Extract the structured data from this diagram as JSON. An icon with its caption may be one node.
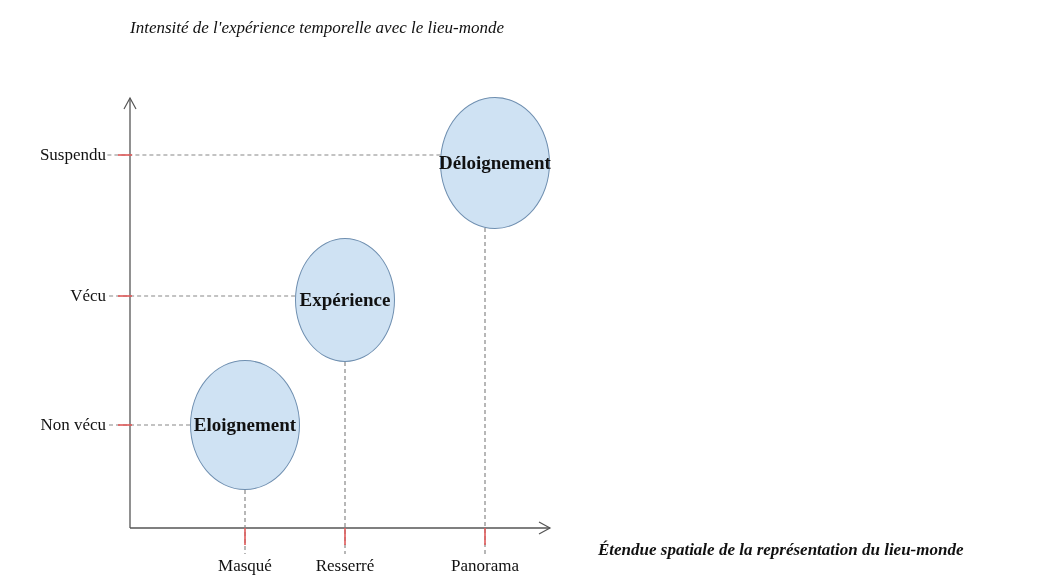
{
  "diagram": {
    "nodes": [
      {
        "text": [
          "Déloignement"
        ]
      },
      {
        "text": [
          "Expérience"
        ]
      },
      {
        "text": [
          "Eloignement"
        ]
      },
      {
        "text": [
          "Suspendu"
        ]
      },
      {
        "text": [
          "Vécu"
        ]
      },
      {
        "text": [
          "Non vécu"
        ]
      },
      {
        "text": [
          "Masqué"
        ]
      },
      {
        "text": [
          "Resserré"
        ]
      },
      {
        "text": [
          "Panorama"
        ]
      }
    ],
    "edges": [
      {
        "from": 0,
        "to": 3,
        "arrow": "none",
        "style": "dashed"
      },
      {
        "from": 0,
        "to": 8,
        "arrow": "none",
        "style": "dashed"
      },
      {
        "from": 1,
        "to": 4,
        "arrow": "none",
        "style": "dashed"
      },
      {
        "from": 1,
        "to": 7,
        "arrow": "none",
        "style": "dashed"
      },
      {
        "from": 2,
        "to": 5,
        "arrow": "none",
        "style": "dashed"
      },
      {
        "from": 2,
        "to": 6,
        "arrow": "none",
        "style": "dashed"
      }
    ],
    "labels": [
      "Intensité de l'expérience temporelle avec le lieu-monde",
      "Étendue spatiale de la représentation du lieu-monde"
    ]
  }
}
